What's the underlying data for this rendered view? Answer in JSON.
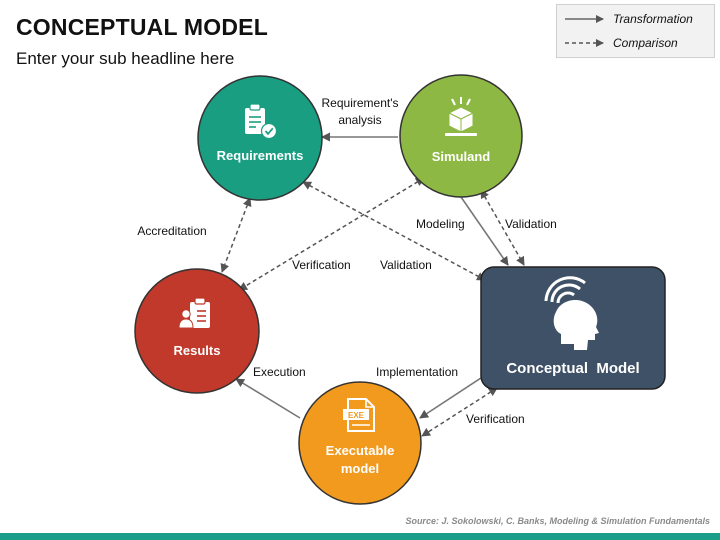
{
  "header": {
    "title": "CONCEPTUAL MODEL",
    "subtitle": "Enter your sub headline here"
  },
  "legend": {
    "transformation": "Transformation",
    "comparison": "Comparison"
  },
  "nodes": {
    "requirements": {
      "label": "Requirements",
      "color": "#1a9e82",
      "icon": "clipboard-check-icon"
    },
    "simuland": {
      "label": "Simuland",
      "color": "#8db843",
      "icon": "cube-icon"
    },
    "results": {
      "label": "Results",
      "color": "#c0392b",
      "icon": "report-user-icon"
    },
    "executable": {
      "label_line1": "Executable",
      "label_line2": "model",
      "color": "#f19a1d",
      "icon": "exe-file-icon"
    },
    "conceptual": {
      "label": "Conceptual  Model",
      "color": "#3f5166",
      "icon": "head-brain-icon"
    }
  },
  "edges": {
    "requirements_analysis_1": "Requirement's",
    "requirements_analysis_2": "analysis",
    "accreditation": "Accreditation",
    "verification_top": "Verification",
    "validation_mid": "Validation",
    "modeling": "Modeling",
    "validation_right": "Validation",
    "execution": "Execution",
    "implementation": "Implementation",
    "verification_bottom": "Verification"
  },
  "footer": {
    "source": "Source: J. Sokolowski, C. Banks, Modeling & Simulation Fundamentals"
  }
}
